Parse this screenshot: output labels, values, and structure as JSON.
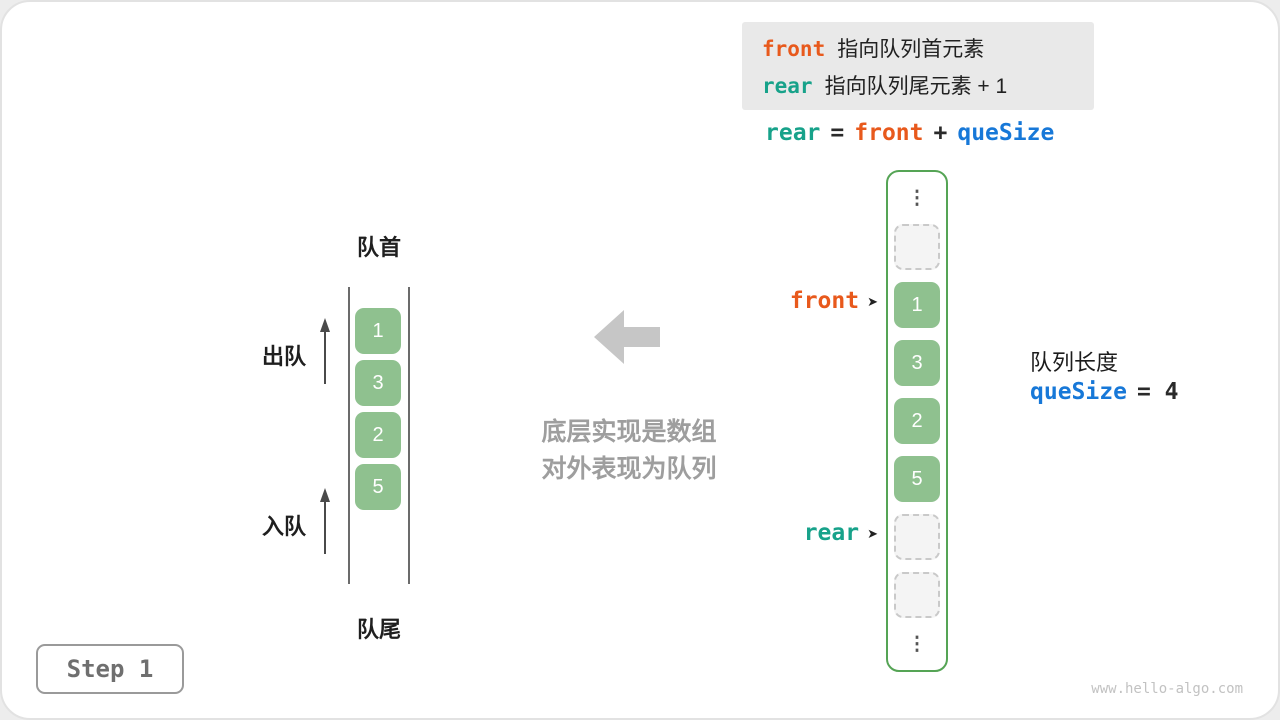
{
  "colors": {
    "front_orange": "#E8591C",
    "rear_teal": "#17A28A",
    "quesize_blue": "#1778D8",
    "cell_green": "#8FC18F",
    "array_border_green": "#55A455",
    "caption_gray": "#9E9E9E",
    "big_arrow_gray": "#C6C6C6",
    "legend_bg": "#E9E9E9"
  },
  "info_box": {
    "line1_keyword": "front",
    "line1_text": "指向队列首元素",
    "line2_keyword": "rear",
    "line2_text": "指向队列尾元素 + 1"
  },
  "formula": {
    "rear": "rear",
    "equals": "=",
    "front": "front",
    "plus": "+",
    "quesize": "queSize"
  },
  "left_queue": {
    "head_label": "队首",
    "tail_label": "队尾",
    "dequeue_label": "出队",
    "enqueue_label": "入队",
    "values": [
      "1",
      "3",
      "2",
      "5"
    ]
  },
  "center": {
    "caption_line1": "底层实现是数组",
    "caption_line2": "对外表现为队列"
  },
  "array_view": {
    "ellipsis": "⋮",
    "values": [
      "1",
      "3",
      "2",
      "5"
    ],
    "front_pointer": "front",
    "rear_pointer": "rear",
    "pointer_arrow": "➤"
  },
  "side_info": {
    "length_label": "队列长度",
    "quesize": "queSize",
    "quesize_value": "= 4"
  },
  "step_badge": "Step 1",
  "watermark": "www.hello-algo.com"
}
